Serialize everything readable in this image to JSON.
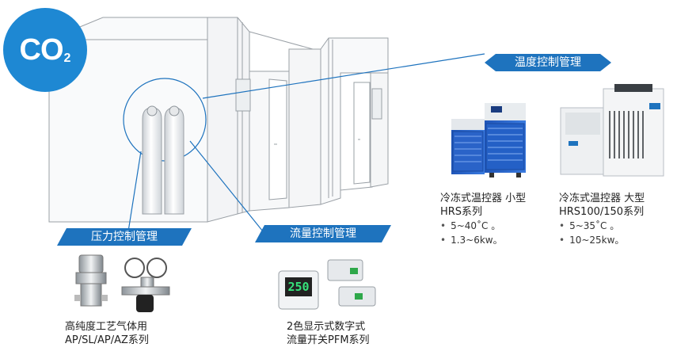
{
  "badge": {
    "text": "CO",
    "subscript": "2"
  },
  "temperature_tag": "温度控制管理",
  "pressure_tag": "压力控制管理",
  "flow_tag": "流量控制管理",
  "small_chiller": {
    "name": "冷冻式温控器 小型",
    "series": "HRS系列",
    "specs": [
      "5~40˚C 。",
      "1.3~6kw。"
    ]
  },
  "large_chiller": {
    "name": "冷冻式温控器 大型",
    "series": "HRS100/150系列",
    "specs": [
      "5~35˚C 。",
      "10~25kw。"
    ]
  },
  "regulator": {
    "line1": "高纯度工艺气体用",
    "line2": "AP/SL/AP/AZ系列"
  },
  "flow_switch": {
    "line1": "2色显示式数字式",
    "line2": "流量开关PFM系列",
    "display": "250"
  },
  "colors": {
    "accent": "#1e73be",
    "badge": "#1e88d3"
  }
}
